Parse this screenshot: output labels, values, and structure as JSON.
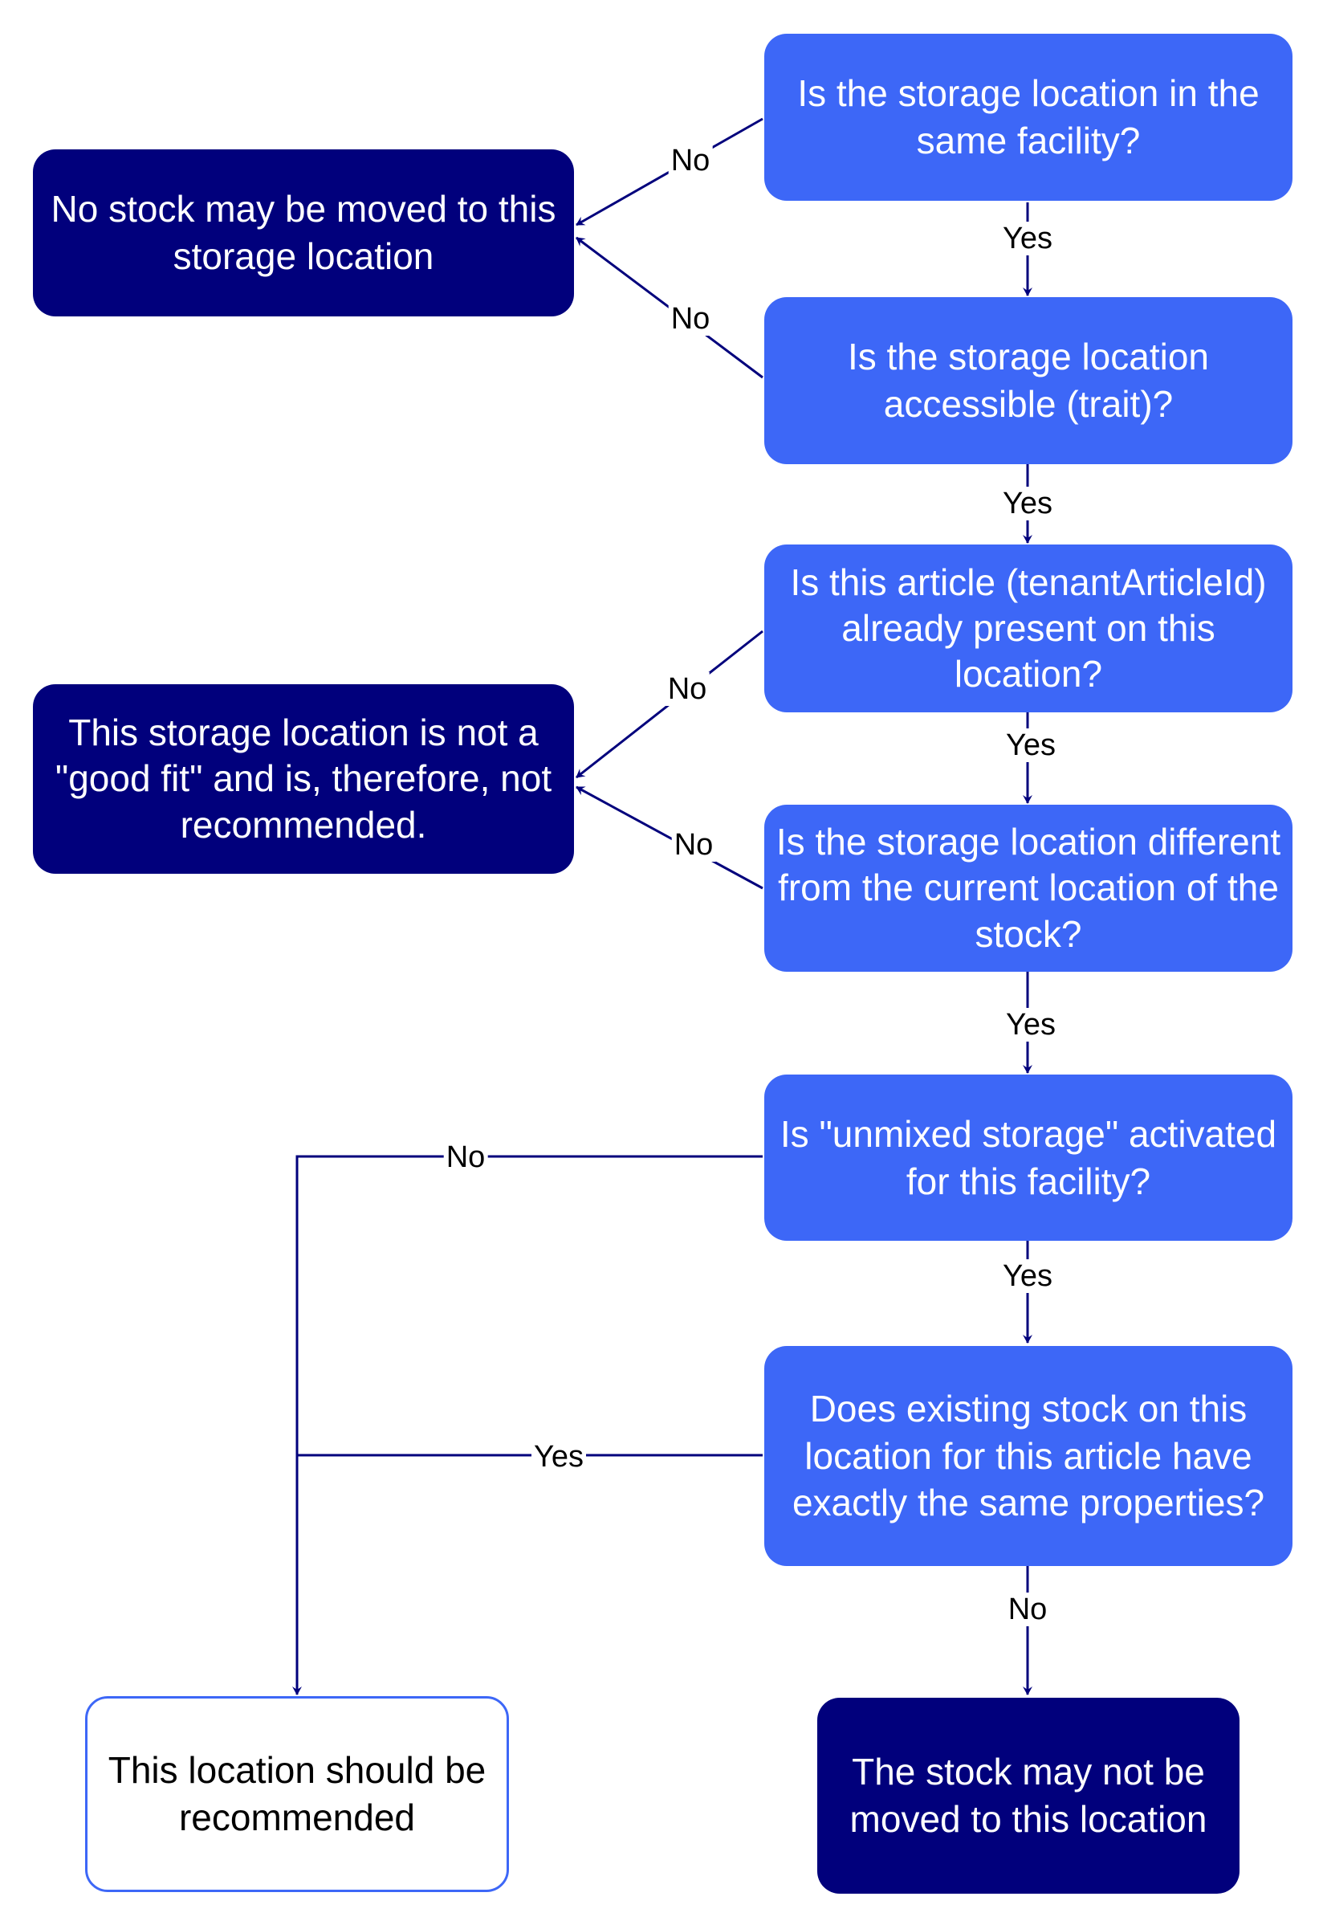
{
  "nodes": {
    "q_same_facility": "Is the storage location in the same facility?",
    "q_accessible": "Is the storage location accessible (trait)?",
    "q_article_present": "Is this article (tenantArticleId) already present on this location?",
    "q_different_location": "Is the storage location different from the current location of the stock?",
    "q_unmixed": "Is \"unmixed storage\" activated for this facility?",
    "q_same_properties": "Does existing stock on this location for this article have exactly the same properties?",
    "r_no_stock_moved": "No stock may be moved to this storage location",
    "r_not_good_fit": "This storage location is not a \"good fit\" and is, therefore, not recommended.",
    "r_recommended": "This location should be recommended",
    "r_may_not_move": "The stock may not be moved to this location"
  },
  "edge_labels": {
    "same_facility_no": "No",
    "same_facility_yes": "Yes",
    "accessible_no": "No",
    "accessible_yes": "Yes",
    "article_present_no": "No",
    "article_present_yes": "Yes",
    "different_location_no": "No",
    "different_location_yes": "Yes",
    "unmixed_no": "No",
    "unmixed_yes": "Yes",
    "same_properties_yes": "Yes",
    "same_properties_no": "No"
  },
  "colors": {
    "question_fill": "#3d67f7",
    "outcome_dark_fill": "#01007c",
    "outcome_light_border": "#3d67f7",
    "connector": "#01007c"
  }
}
